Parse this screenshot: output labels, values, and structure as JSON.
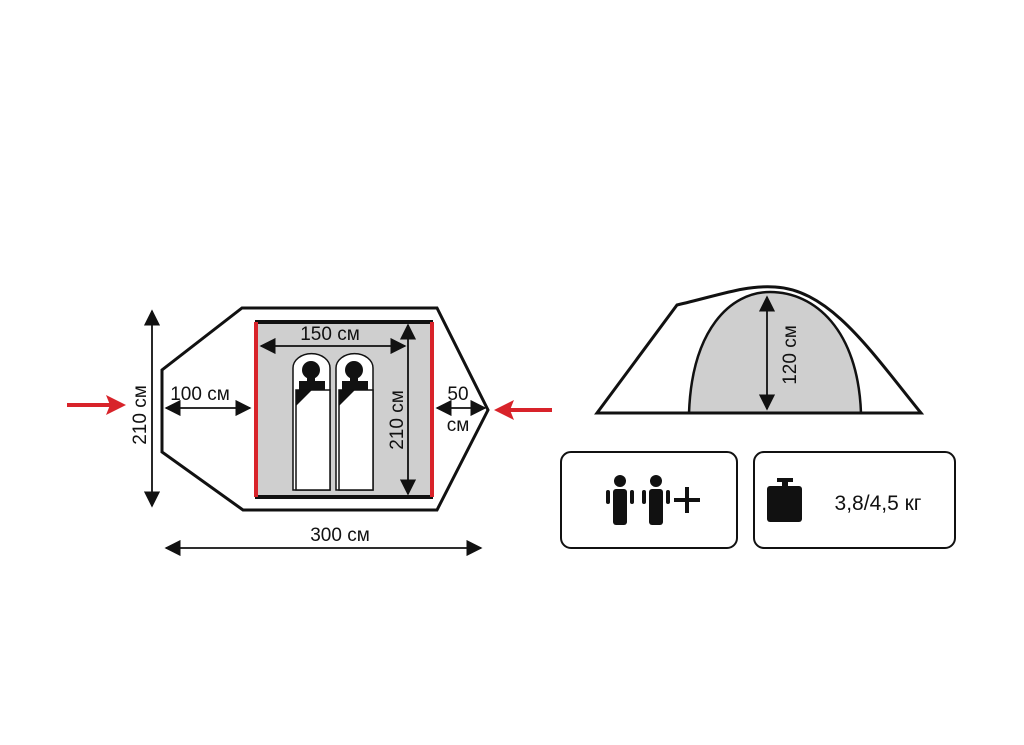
{
  "floor_plan": {
    "total_width_label": "210 см",
    "total_length_label": "300 см",
    "inner_width_label": "150 см",
    "inner_length_label": "210 см",
    "vestibule_front_label": "100 см",
    "vestibule_rear_value": "50",
    "vestibule_rear_unit": "см"
  },
  "side_view": {
    "height_label": "120 см"
  },
  "info": {
    "capacity_icon": "two-persons-plus-icon",
    "weight_icon": "weight-icon",
    "weight_label": "3,8/4,5 кг"
  },
  "colors": {
    "accent_red": "#d8232a",
    "floor_gray": "#cfcfcf"
  }
}
